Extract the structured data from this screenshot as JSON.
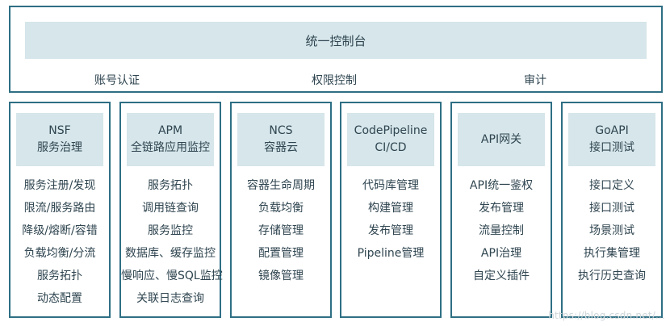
{
  "console": {
    "title": "统一控制台",
    "items": [
      "账号认证",
      "权限控制",
      "审计"
    ]
  },
  "columns": [
    {
      "title_line1": "NSF",
      "title_line2": "服务治理",
      "items": [
        "服务注册/发现",
        "限流/服务路由",
        "降级/熔断/容错",
        "负载均衡/分流",
        "服务拓扑",
        "动态配置"
      ]
    },
    {
      "title_line1": "APM",
      "title_line2": "全链路应用监控",
      "items": [
        "服务拓扑",
        "调用链查询",
        "服务监控",
        "数据库、缓存监控",
        "慢响应、慢SQL监控",
        "关联日志查询"
      ]
    },
    {
      "title_line1": "NCS",
      "title_line2": "容器云",
      "items": [
        "容器生命周期",
        "负载均衡",
        "存储管理",
        "配置管理",
        "镜像管理"
      ]
    },
    {
      "title_line1": "CodePipeline",
      "title_line2": "CI/CD",
      "items": [
        "代码库管理",
        "构建管理",
        "发布管理",
        "Pipeline管理"
      ]
    },
    {
      "title_line1": "API网关",
      "title_line2": "",
      "items": [
        "API统一鉴权",
        "发布管理",
        "流量控制",
        "API治理",
        "自定义插件"
      ]
    },
    {
      "title_line1": "GoAPI",
      "title_line2": "接口测试",
      "items": [
        "接口定义",
        "接口测试",
        "场景测试",
        "执行集管理",
        "执行历史查询"
      ]
    }
  ],
  "watermark": "https://blog.csdn.net/..."
}
